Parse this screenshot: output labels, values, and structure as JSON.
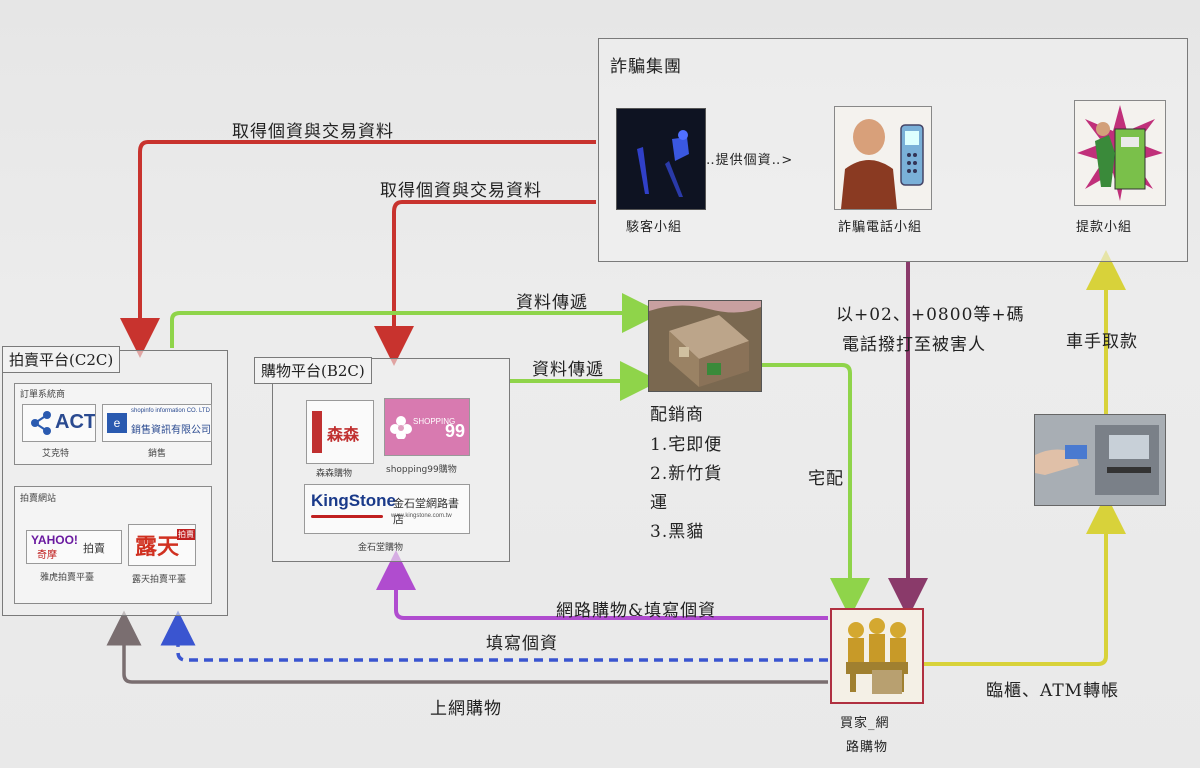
{
  "fraud_group": {
    "title": "詐騙集團",
    "hacker_label": "駭客小組",
    "phone_label": "詐騙電話小組",
    "withdraw_label": "提款小組",
    "provide_info": "‥提供個資‥>"
  },
  "arrows": {
    "get_info_1": "取得個資與交易資料",
    "get_info_2": "取得個資與交易資料",
    "data_transfer_1": "資料傳遞",
    "data_transfer_2": "資料傳遞",
    "call_line1": "以+02、+0800等+碼",
    "call_line2": "電話撥打至被害人",
    "driver_withdraw": "車手取款",
    "delivery": "宅配",
    "online_shop_fill": "網路購物&填寫個資",
    "fill_info": "填寫個資",
    "online_shopping": "上網購物",
    "counter_atm": "臨櫃、ATM轉帳"
  },
  "c2c": {
    "title": "拍賣平台(C2C)",
    "system_vendor": "訂單系統商",
    "act_logo": "ACT",
    "act_name": "艾克特",
    "shopinfo_logo_top": "shopinfo information CO. LTD",
    "shopinfo_logo_main": "銷售資訊有限公司",
    "shopinfo_name": "銷售",
    "auction_sites": "拍賣網站",
    "yahoo_logo": "YAHOO!",
    "yahoo_logo_sub": "奇摩",
    "yahoo_logo_auction": "拍賣",
    "yahoo_name": "雅虎拍賣平臺",
    "ruten_logo": "露天",
    "ruten_logo_sub": "拍賣",
    "ruten_name": "露天拍賣平臺"
  },
  "b2c": {
    "title": "購物平台(B2C)",
    "sensen_logo": "森森",
    "sensen_name": "森森購物",
    "shopping99_logo": "SHOPPING",
    "shopping99_num": "99",
    "shopping99_name": "shopping99購物",
    "kingstone_logo": "KingStone",
    "kingstone_cn": "金石堂網路書店",
    "kingstone_url": "www.kingstone.com.tw",
    "kingstone_name": "金石堂購物"
  },
  "distributor": {
    "title": "配銷商",
    "item1": "1.宅即便",
    "item2a": "2.新竹貨",
    "item2b": "運",
    "item3": "3.黑貓"
  },
  "buyer": {
    "line1": "買家_網",
    "line2": "路購物"
  },
  "colors": {
    "red": "#c8332e",
    "green": "#8fd44a",
    "purple": "#b04ccf",
    "dark_purple": "#8a3a6a",
    "yellow": "#d8d23a",
    "blue": "#3a55d0",
    "gray": "#7a6e70"
  }
}
